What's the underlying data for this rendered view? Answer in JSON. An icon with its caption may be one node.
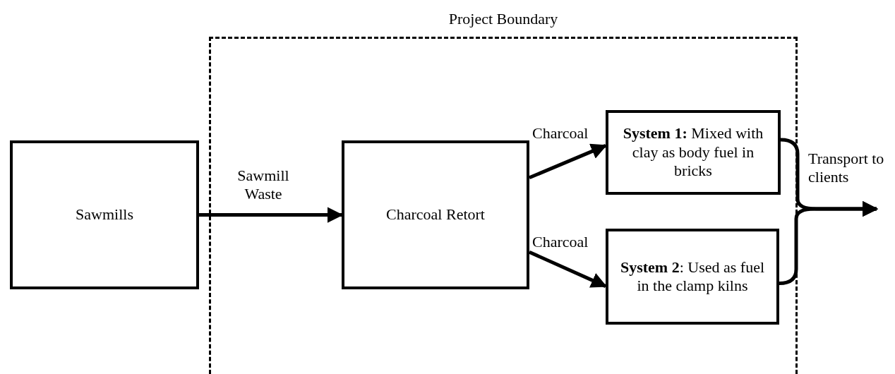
{
  "diagram": {
    "nodes": [
      {
        "text": [
          "Project Boundary"
        ]
      },
      {
        "text": [
          "Sawmills"
        ]
      },
      {
        "text": [
          "Charcoal Retort"
        ],
        "in": 0
      },
      {
        "text": [
          "**System 1:** Mixed with clay as body fuel in bricks"
        ],
        "in": 0
      },
      {
        "text": [
          "**System 2**: Used as fuel in the clamp kilns"
        ],
        "in": 0
      }
    ],
    "edges": [
      {
        "from": 1,
        "to": 2,
        "arrow": "to",
        "label": "Sawmill Waste"
      },
      {
        "from": 2,
        "to": 3,
        "arrow": "to",
        "label": "Charcoal"
      },
      {
        "from": 2,
        "to": 4,
        "arrow": "to",
        "label": "Charcoal"
      },
      {
        "from": 3,
        "to": null,
        "arrow": "to",
        "label": "Transport to clients"
      },
      {
        "from": 4,
        "to": null,
        "arrow": "to"
      }
    ]
  }
}
